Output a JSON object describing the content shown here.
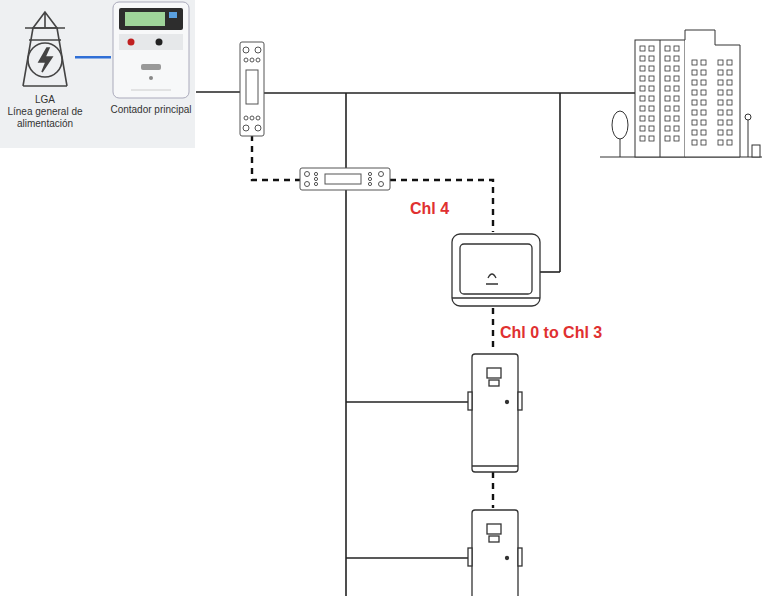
{
  "diagram": {
    "nodes": [
      {
        "text": [
          "LGA",
          "Línea general de alimentación"
        ]
      },
      {
        "text": [
          "Contador principal"
        ]
      }
    ],
    "edges": [
      {
        "from": 0,
        "to": 1,
        "arrow": "none"
      }
    ],
    "labels": [
      "Chl 4",
      "Chl 0 to Chl 3"
    ]
  }
}
